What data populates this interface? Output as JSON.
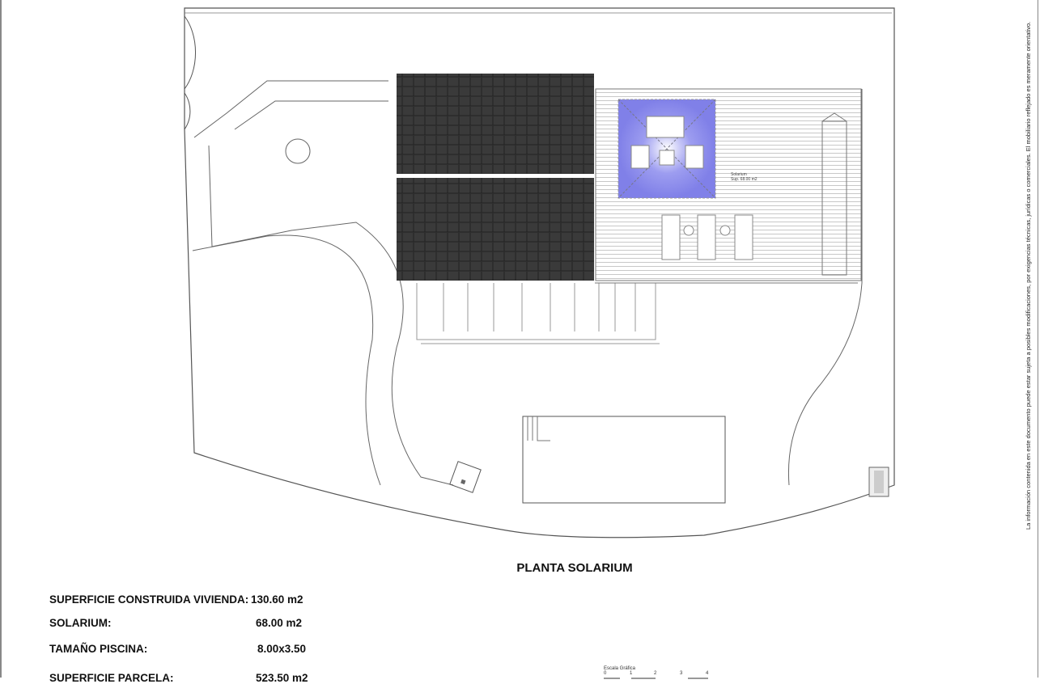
{
  "plan_title": "PLANTA SOLARIUM",
  "room_label": {
    "name": "Solarium",
    "area": "Sup. 68.00 m2"
  },
  "summary": [
    {
      "label": "SUPERFICIE CONSTRUIDA VIVIENDA:",
      "value": "130.60 m2"
    },
    {
      "label": "SOLARIUM:",
      "value": "68.00 m2"
    },
    {
      "label": "TAMAÑO PISCINA:",
      "value": "8.00x3.50"
    },
    {
      "label": "SUPERFICIE PARCELA:",
      "value": "523.50 m2"
    }
  ],
  "scale": {
    "label": "Escala Gráfica",
    "ticks": [
      "0",
      "1",
      "2",
      "3",
      "4"
    ]
  },
  "disclaimer": "La información contenida en este documento puede estar sujeta a posibles modificaciones, por exigencias técnicas, jurídicas o comerciales. El mobiliario reflejado es meramente orientativo.",
  "colors": {
    "roof_tiles": "#3a3a3a",
    "lounge_glow": "#7b7be8",
    "lines": "#555555"
  }
}
